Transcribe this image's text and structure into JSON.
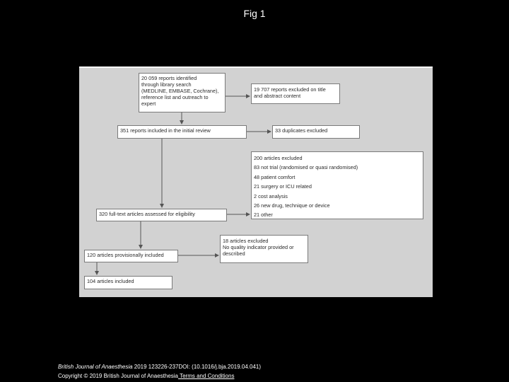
{
  "slide": {
    "title": "Fig 1"
  },
  "flowchart": {
    "identified": {
      "lines": [
        "20 059 reports identified",
        "through library search",
        "(MEDLINE, EMBASE, Cochrane),",
        "reference list and outreach to",
        "expert"
      ]
    },
    "excluded_title": {
      "lines": [
        "19 707 reports excluded on title",
        "and abstract content"
      ]
    },
    "initial_review": {
      "text": "351 reports included in the initial review"
    },
    "duplicates": {
      "text": "33 duplicates excluded"
    },
    "articles_excluded": {
      "lines": [
        "200 articles excluded",
        "83 not trial (randomised or quasi randomised)",
        "48 patient comfort",
        "21 surgery or ICU related",
        "2 cost analysis",
        "26 new drug, technique or device",
        "21 other"
      ]
    },
    "full_text": {
      "text": "320 full-text articles assessed for eligibility"
    },
    "quality_excluded": {
      "lines": [
        "18 articles excluded",
        "No quality indicator provided or",
        "described"
      ]
    },
    "provisional": {
      "text": "120 articles provisionally included"
    },
    "included": {
      "text": "104 articles included"
    }
  },
  "footer": {
    "journal": "British Journal of Anaesthesia",
    "citation": " 2019 123226-237DOI: (10.1016/j.bja.2019.04.041)",
    "copyright": "Copyright © 2019 British Journal of Anaesthesia",
    "terms_link": " Terms and Conditions"
  }
}
